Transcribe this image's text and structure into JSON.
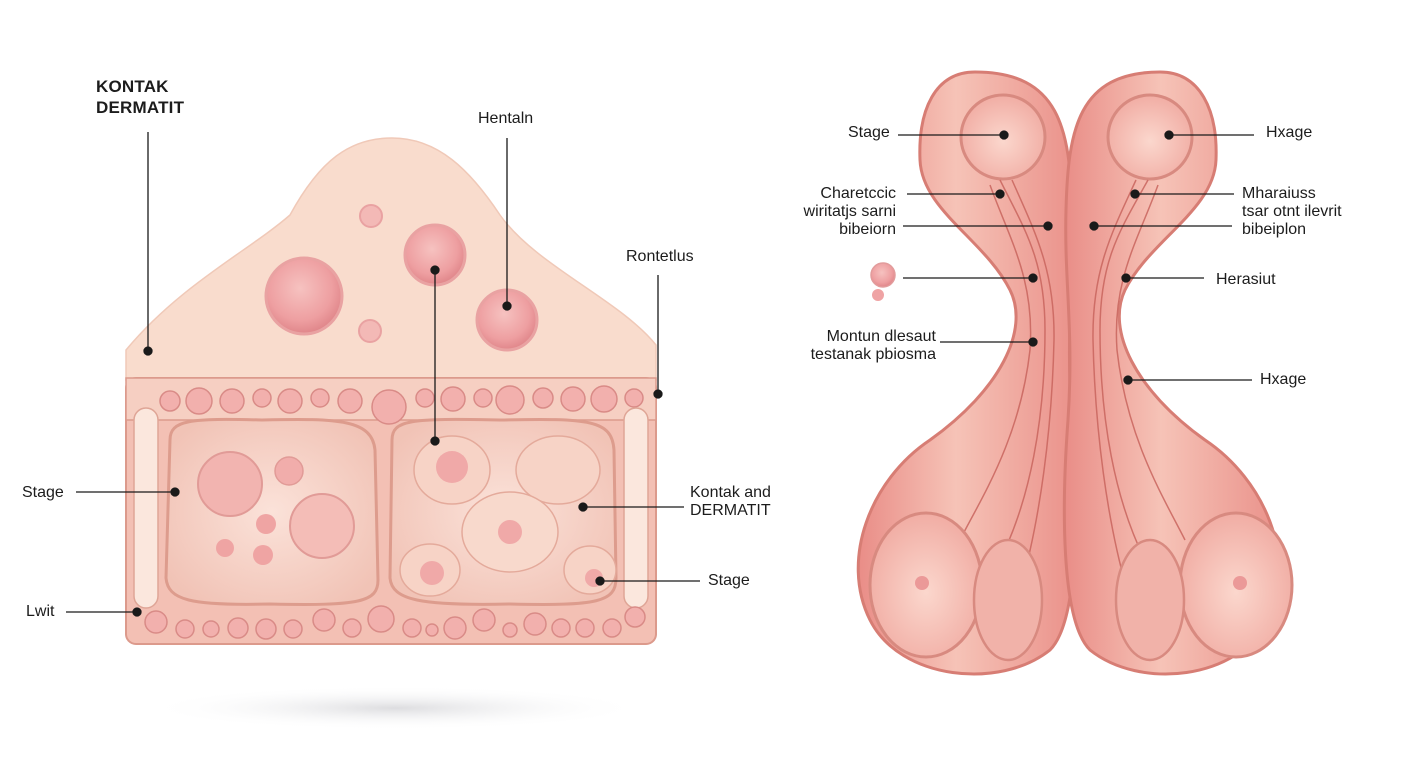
{
  "diagram": {
    "left_panel": {
      "title_lines": [
        "KONTAK",
        "DERMATIT"
      ],
      "labels": {
        "top_center": "Hentaln",
        "right_top": "Rontetlus",
        "left_mid": "Stage",
        "right_mid_lines": [
          "Kontak and",
          "DERMATIT"
        ],
        "right_low": "Stage",
        "left_bottom": "Lwit"
      }
    },
    "right_panel": {
      "labels": {
        "stage_left": "Stage",
        "charact_lines": [
          "Charetccic",
          "wiritatjs sarni",
          "bibeiorn"
        ],
        "mountain_lines": [
          "Montun dlesaut",
          "testanak pbiosma"
        ],
        "hxage_top": "Hxage",
        "mharaius_lines": [
          "Mharaiuss",
          "tsar otnt ilevrit",
          "bibeiplon"
        ],
        "herasiut": "Herasiut",
        "hxage_low": "Hxage"
      }
    },
    "colors": {
      "skin_top": "#f9dccd",
      "tissue": "#f3c0b4",
      "cell_fill": "#f6cfc4",
      "vesicle": "#ee9d9f",
      "outline": "#d98b7f",
      "organ": "#ee9c94",
      "organ_light": "#f7c9bd",
      "leader_line": "#1a1a1a"
    }
  }
}
